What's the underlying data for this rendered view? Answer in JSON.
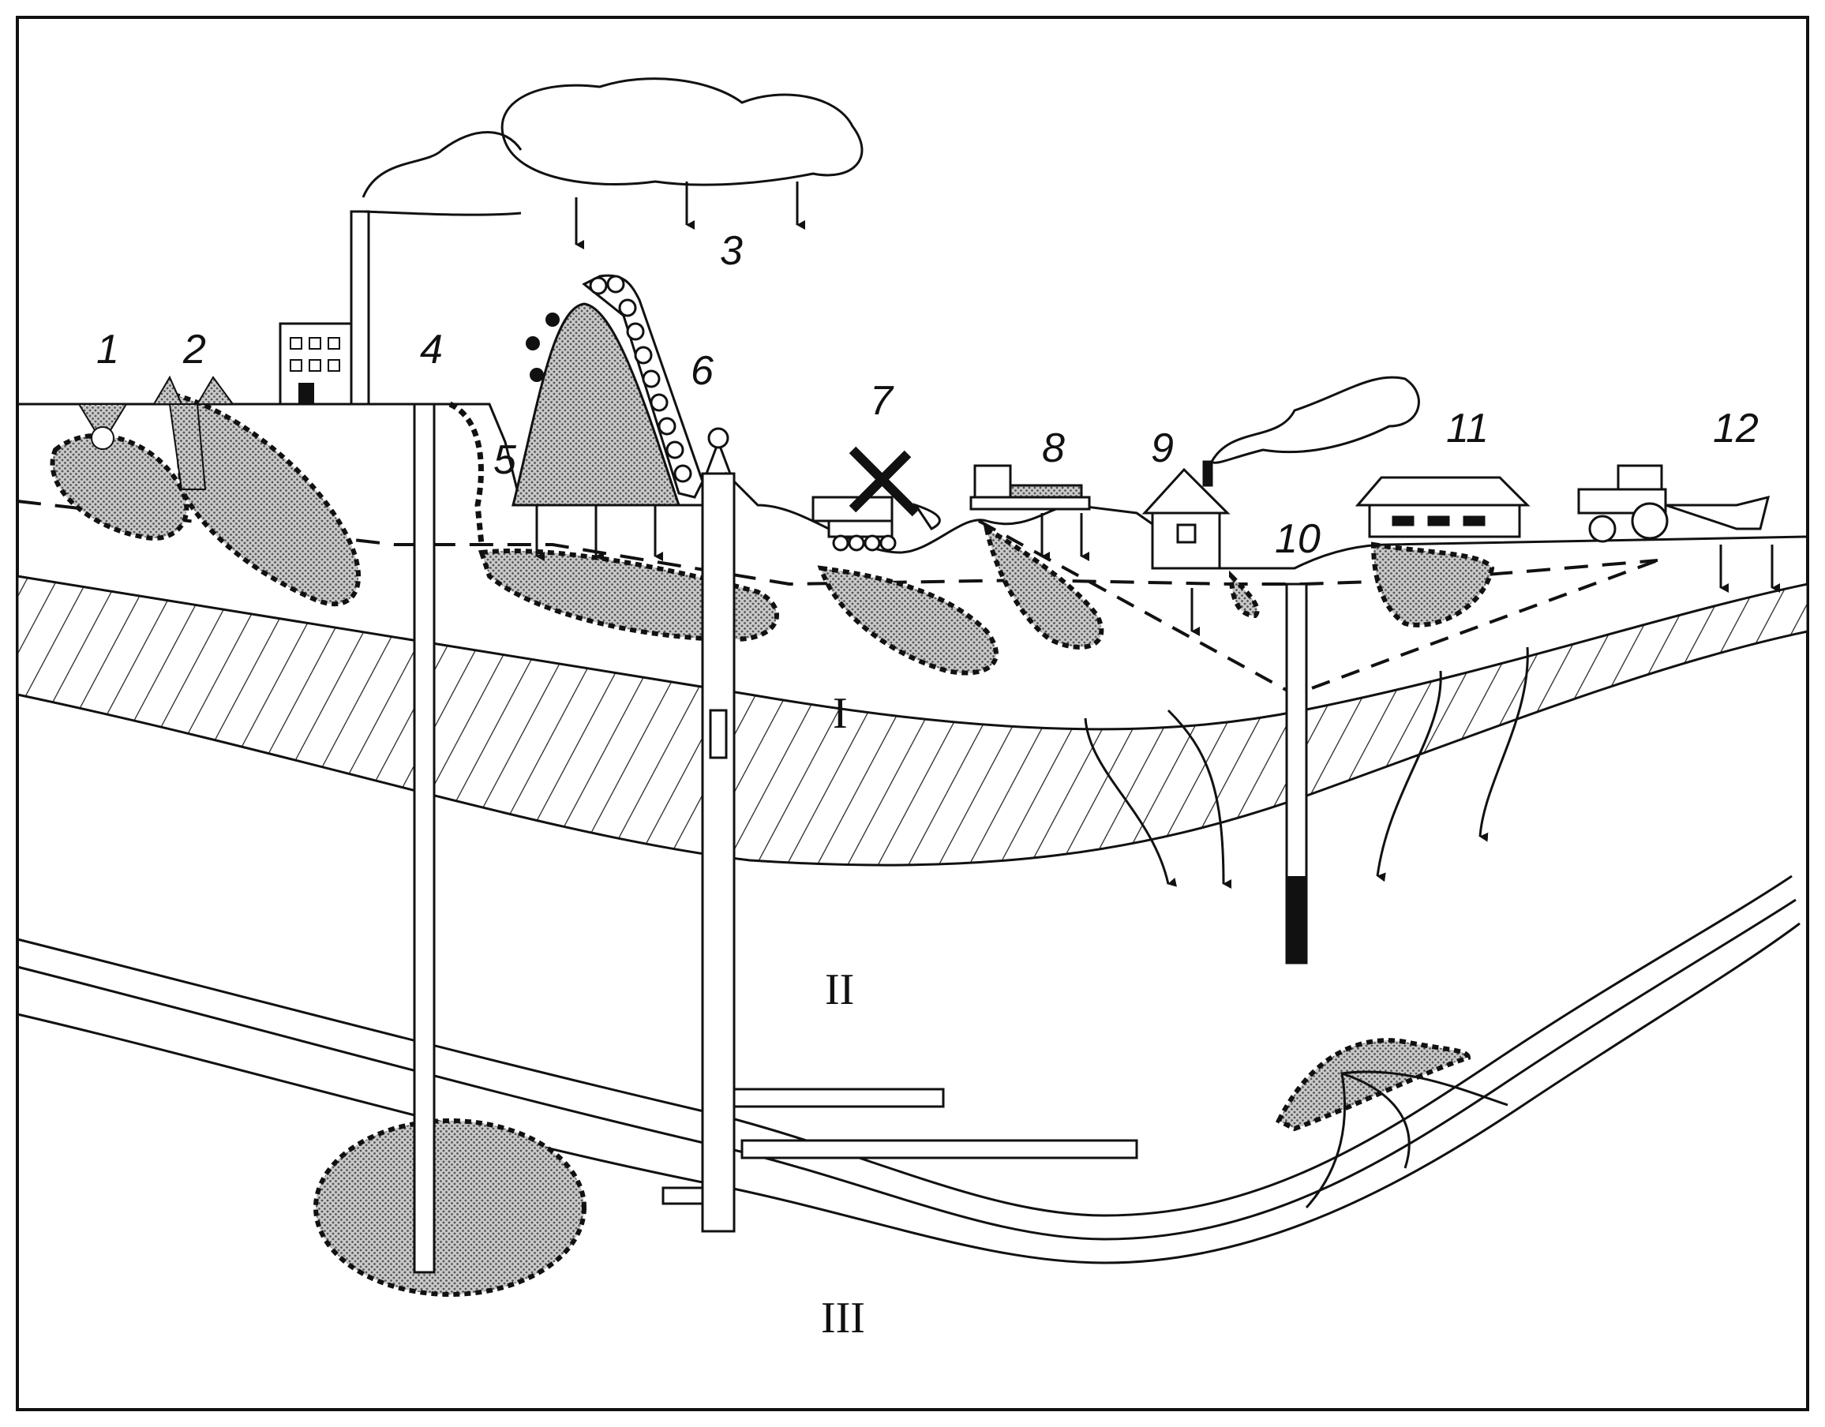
{
  "diagram": {
    "labels": {
      "n1": "1",
      "n2": "2",
      "n3": "3",
      "n4": "4",
      "n5": "5",
      "n6": "6",
      "n7": "7",
      "n8": "8",
      "n9": "9",
      "n10": "10",
      "n11": "11",
      "n12": "12"
    },
    "aquifers": {
      "I": "I",
      "II": "II",
      "III": "III"
    }
  }
}
